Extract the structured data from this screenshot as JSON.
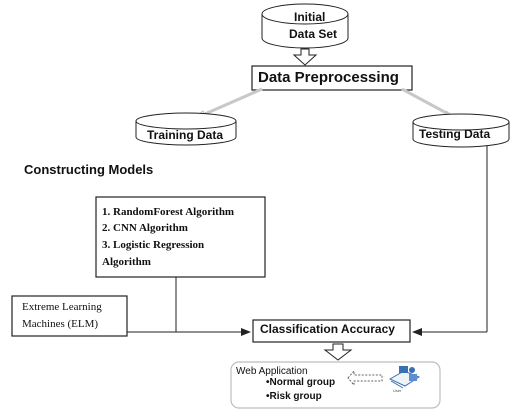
{
  "nodes": {
    "initial_dataset": {
      "line1": "Initial",
      "line2": "Data Set"
    },
    "data_preprocessing": {
      "label": "Data Preprocessing"
    },
    "training_data": {
      "label": "Training Data"
    },
    "testing_data": {
      "label": "Testing Data"
    },
    "constructing_models": {
      "label": "Constructing Models"
    },
    "algorithms": {
      "items": [
        "1. RandomForest Algorithm",
        "2. CNN Algorithm",
        "3. Logistic Regression",
        "Algorithm"
      ]
    },
    "elm": {
      "line1": "Extreme Learning",
      "line2": "Machines (ELM)"
    },
    "classification_accuracy": {
      "label": "Classification Accuracy"
    },
    "web_application": {
      "title": "Web Application",
      "groups": [
        "•Normal group",
        "•Risk group"
      ],
      "user_caption": "User"
    }
  },
  "colors": {
    "stroke": "#222222",
    "arrow_fill": "#ffffff",
    "light_arrow": "#c8c8c8",
    "device_blue": "#3a6fb0"
  }
}
